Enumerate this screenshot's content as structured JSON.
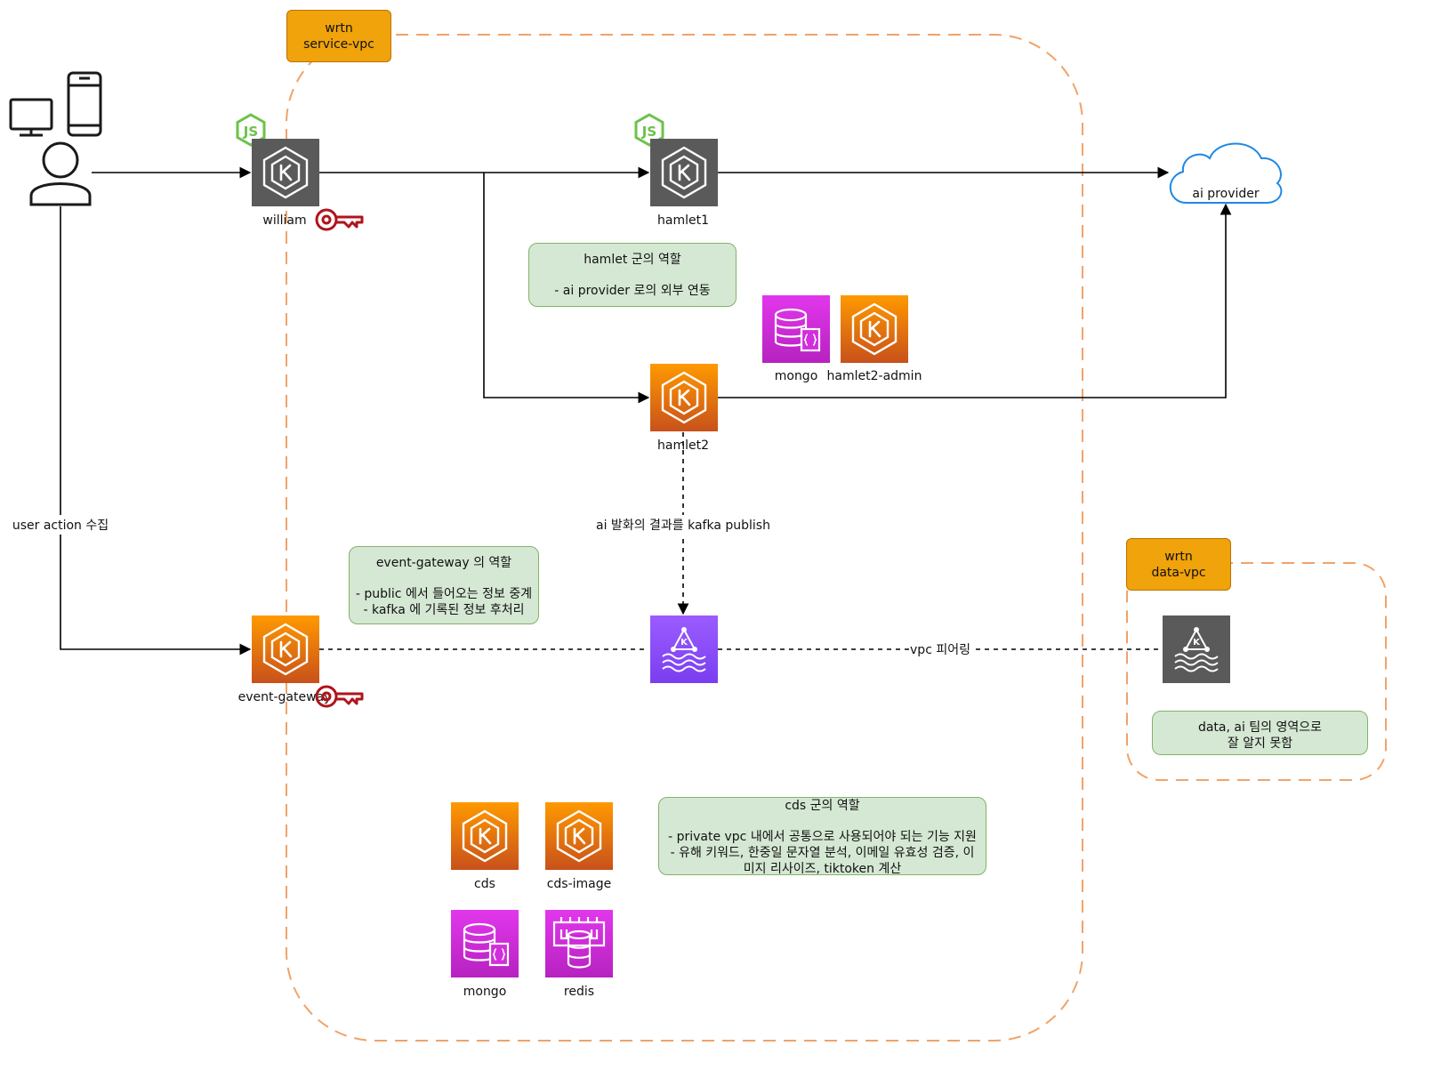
{
  "vpcs": {
    "service": {
      "line1": "wrtn",
      "line2": "service-vpc"
    },
    "data": {
      "line1": "wrtn",
      "line2": "data-vpc"
    }
  },
  "nodes": {
    "william": "william",
    "hamlet1": "hamlet1",
    "hamlet2": "hamlet2",
    "mongo_top": "mongo",
    "hamlet2_admin": "hamlet2-admin",
    "event_gateway": "event-gateway",
    "ai_provider": "ai provider",
    "cds": "cds",
    "cds_image": "cds-image",
    "mongo_bottom": "mongo",
    "redis": "redis"
  },
  "edges": {
    "user_action": "user action 수집",
    "kafka_publish": "ai 발화의 결과를 kafka publish",
    "vpc_peering": "vpc 피어링"
  },
  "notes": {
    "hamlet": {
      "title": "hamlet 군의 역할",
      "lines": [
        "- ai provider 로의 외부 연동"
      ]
    },
    "event_gateway": {
      "title": "event-gateway 의 역할",
      "lines": [
        "- public 에서 들어오는 정보 중계",
        "- kafka 에 기록된 정보 후처리"
      ]
    },
    "data_team": {
      "lines": [
        "data, ai 팀의 영역으로",
        "잘 알지 못함"
      ]
    },
    "cds": {
      "title": "cds 군의 역할",
      "lines": [
        "- private vpc 내에서 공통으로 사용되어야 되는 기능 지원",
        "- 유해 키워드, 한중일 문자열 분석, 이메일 유효성 검증, 이",
        "미지 리사이즈, tiktoken 계산"
      ]
    }
  },
  "colors": {
    "vpc_border": "#f0a36a",
    "vpc_label": "#f0a30a",
    "eks_gray": "#5a5a5a",
    "eks_orange": "#ed7100",
    "db_magenta": "#c925d1",
    "kafka_purple": "#8c4fff",
    "key_red": "#b0141c",
    "node_green": "#6cc24a",
    "cloud_blue": "#1e88e5",
    "note_fill": "#d5e8d4",
    "note_border": "#82b366"
  },
  "icons": {
    "user": "user-icon",
    "desktop": "desktop-icon",
    "mobile": "mobile-icon",
    "nodejs": "nodejs-icon",
    "eks": "eks-icon",
    "key": "key-icon",
    "mongo": "documentdb-icon",
    "redis": "elasticache-icon",
    "kafka": "msk-icon",
    "cloud": "cloud-icon"
  }
}
